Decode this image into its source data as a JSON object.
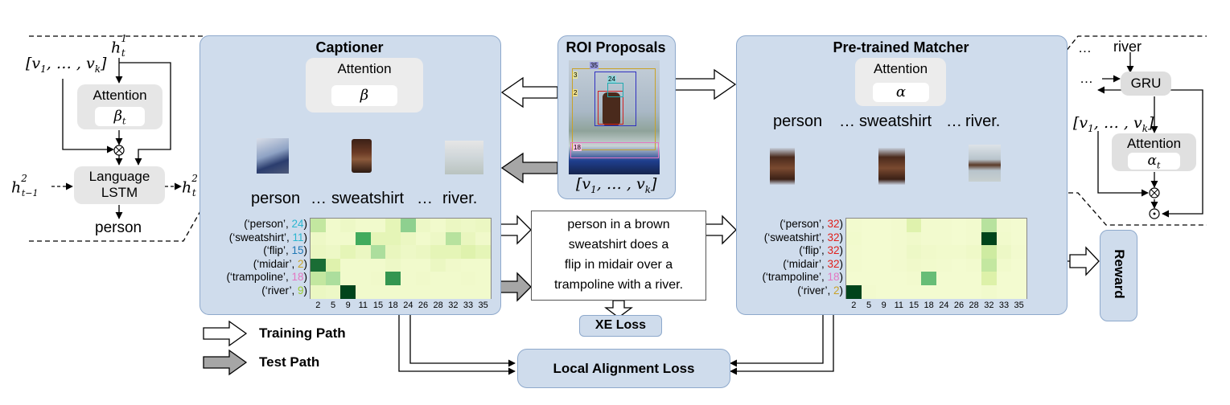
{
  "left": {
    "h1": "h",
    "h1_sup": "1",
    "h1_sub": "t",
    "vset": "[v",
    "vset_1": "1",
    "vset_mid": ", … , v",
    "vset_k": "k",
    "vset_end": "]",
    "attention": "Attention",
    "beta_t": "β",
    "beta_t_sub": "t",
    "language_lstm_1": "Language",
    "language_lstm_2": "LSTM",
    "h2_in": "h",
    "h2_in_sup": "2",
    "h2_in_sub": "t−1",
    "h2_out": "h",
    "h2_out_sup": "2",
    "h2_out_sub": "t",
    "output_word": "person"
  },
  "captioner": {
    "title": "Captioner",
    "attention": "Attention",
    "beta": "β",
    "words": [
      "person",
      "…",
      "sweatshirt",
      "…",
      "river."
    ],
    "rows": [
      {
        "pre": "(‘person’, ",
        "num": "24",
        "color": "#2bb6d0",
        "post": ")"
      },
      {
        "pre": "(‘sweatshirt’, ",
        "num": "11",
        "color": "#2bb6d0",
        "post": ")"
      },
      {
        "pre": "(‘flip’, ",
        "num": "15",
        "color": "#1f77b4",
        "post": ")"
      },
      {
        "pre": "(‘midair’, ",
        "num": "2",
        "color": "#c9a227",
        "post": ")"
      },
      {
        "pre": "(‘trampoline’, ",
        "num": "18",
        "color": "#e377c2",
        "post": ")"
      },
      {
        "pre": "(‘river’, ",
        "num": "9",
        "color": "#9acd32",
        "post": ")"
      }
    ],
    "ticks": [
      "2",
      "5",
      "9",
      "11",
      "15",
      "18",
      "24",
      "26",
      "28",
      "32",
      "33",
      "35"
    ]
  },
  "roi": {
    "title": "ROI Proposals",
    "vset": "[v",
    "vset_1": "1",
    "vset_mid": ", … , v",
    "vset_k": "k",
    "vset_end": "]",
    "box_labels": [
      "3",
      "2",
      "24",
      "35",
      "18"
    ]
  },
  "caption_text": [
    "person in  a brown",
    "sweatshirt does a",
    "flip in midair over a",
    "trampoline with a river."
  ],
  "xe_loss": "XE Loss",
  "local_alignment_loss": "Local Alignment Loss",
  "matcher": {
    "title": "Pre-trained Matcher",
    "attention": "Attention",
    "alpha": "α",
    "words": [
      "person",
      "…",
      "sweatshirt",
      "…",
      "river."
    ],
    "rows": [
      {
        "pre": "(‘person’, ",
        "num": "32",
        "color": "#e0201b",
        "post": ")"
      },
      {
        "pre": "(‘sweatshirt’, ",
        "num": "32",
        "color": "#e0201b",
        "post": ")"
      },
      {
        "pre": "(‘flip’, ",
        "num": "32",
        "color": "#e0201b",
        "post": ")"
      },
      {
        "pre": "(‘midair’, ",
        "num": "32",
        "color": "#e0201b",
        "post": ")"
      },
      {
        "pre": "(‘trampoline’, ",
        "num": "18",
        "color": "#e377c2",
        "post": ")"
      },
      {
        "pre": "(‘river’, ",
        "num": "2",
        "color": "#c9a227",
        "post": ")"
      }
    ],
    "ticks": [
      "2",
      "5",
      "9",
      "11",
      "15",
      "18",
      "24",
      "26",
      "28",
      "32",
      "33",
      "35"
    ]
  },
  "right": {
    "dots": "…",
    "river": "river",
    "gru": "GRU",
    "vset": "[v",
    "vset_1": "1",
    "vset_mid": ", … , v",
    "vset_k": "k",
    "vset_end": "]",
    "attention": "Attention",
    "alpha_t": "α",
    "alpha_t_sub": "t"
  },
  "reward": "Reward",
  "legend": {
    "training": "Training Path",
    "test": "Test Path"
  },
  "colors": {
    "panel_fill": "#cfdcec",
    "panel_border": "#8ea9cc",
    "box_gray": "#ececec",
    "arrow_dark": "#a6a6a6",
    "heat_low": "#f7fcd6",
    "heat_high": "#00441b"
  },
  "heatmaps": {
    "captioner": [
      [
        0.35,
        0.05,
        0.08,
        0.05,
        0.05,
        0.15,
        0.55,
        0.08,
        0.05,
        0.1,
        0.08,
        0.1
      ],
      [
        0.08,
        0.05,
        0.05,
        0.75,
        0.15,
        0.15,
        0.1,
        0.05,
        0.08,
        0.4,
        0.12,
        0.06
      ],
      [
        0.1,
        0.08,
        0.15,
        0.1,
        0.45,
        0.12,
        0.08,
        0.1,
        0.15,
        0.15,
        0.2,
        0.15
      ],
      [
        0.9,
        0.2,
        0.05,
        0.05,
        0.05,
        0.08,
        0.05,
        0.05,
        0.1,
        0.06,
        0.05,
        0.05
      ],
      [
        0.35,
        0.45,
        0.05,
        0.05,
        0.06,
        0.8,
        0.05,
        0.06,
        0.05,
        0.05,
        0.06,
        0.05
      ],
      [
        0.1,
        0.08,
        1.0,
        0.05,
        0.05,
        0.05,
        0.05,
        0.05,
        0.05,
        0.05,
        0.05,
        0.05
      ]
    ],
    "matcher": [
      [
        0.04,
        0.03,
        0.03,
        0.04,
        0.2,
        0.04,
        0.04,
        0.03,
        0.04,
        0.4,
        0.04,
        0.03
      ],
      [
        0.05,
        0.03,
        0.03,
        0.04,
        0.06,
        0.04,
        0.04,
        0.03,
        0.04,
        1.0,
        0.05,
        0.03
      ],
      [
        0.04,
        0.03,
        0.03,
        0.04,
        0.08,
        0.06,
        0.05,
        0.05,
        0.07,
        0.3,
        0.08,
        0.04
      ],
      [
        0.04,
        0.03,
        0.03,
        0.04,
        0.06,
        0.05,
        0.04,
        0.03,
        0.04,
        0.35,
        0.05,
        0.03
      ],
      [
        0.03,
        0.03,
        0.03,
        0.03,
        0.04,
        0.65,
        0.03,
        0.03,
        0.03,
        0.22,
        0.03,
        0.03
      ],
      [
        1.0,
        0.04,
        0.03,
        0.03,
        0.03,
        0.03,
        0.03,
        0.03,
        0.03,
        0.05,
        0.03,
        0.03
      ]
    ]
  }
}
